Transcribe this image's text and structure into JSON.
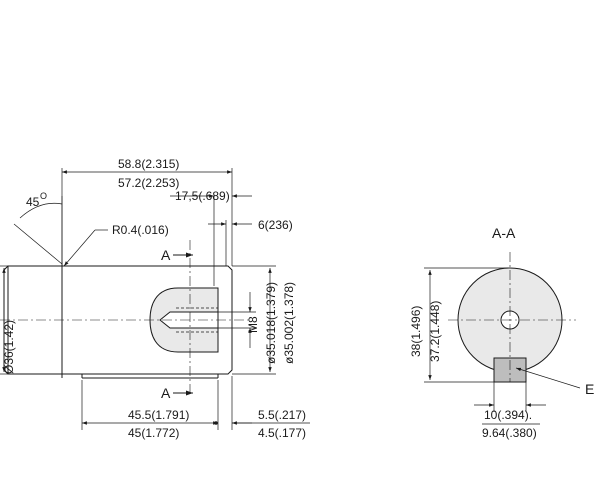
{
  "labels": {
    "overall_length_max": "58.8(2.315)",
    "overall_length_min": "57.2(2.253)",
    "key_offset": "17,5(.689)",
    "end_width": "6(236)",
    "chamfer_angle": "45",
    "degree_symbol": "O",
    "edge_radius": "R0.4(.016)",
    "section_mark_top": "A",
    "section_mark_bottom": "A",
    "flange_dia": "Ø36(1.42)",
    "thread": "M8",
    "shaft_dia_max": "ø35.018(1.379)",
    "shaft_dia_min": "ø35.002(1.378)",
    "key_length_max": "45.5(1.791)",
    "key_length_min": "45(1.772)",
    "end_length_max": "5.5(.217)",
    "end_length_min": "4.5(.177)",
    "section_title": "A-A",
    "section_height_max": "38(1.496)",
    "section_height_min": "37.2(1.448)",
    "key_width_max": "10(.394).",
    "key_width_min": "9.64(.380)",
    "key_callout": "E"
  },
  "colors": {
    "line": "#1a1a1a",
    "shaft_fill": "#e9e9e9",
    "key_fill": "#bdbdbd",
    "background": "#ffffff"
  }
}
